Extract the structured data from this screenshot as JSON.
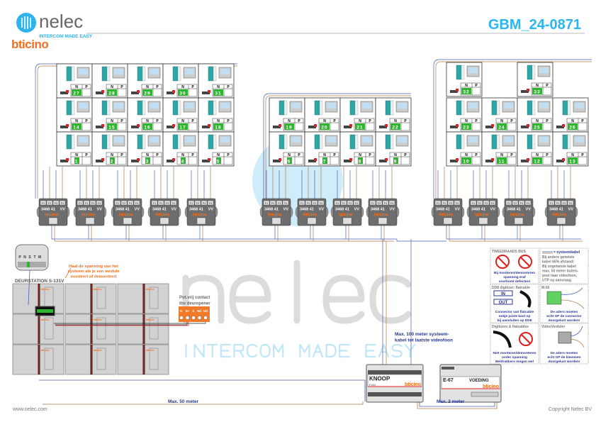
{
  "header": {
    "brand": "nelec",
    "tagline": "INTERCOM MADE EASY",
    "partner": "bticino",
    "doc_id": "GBM_24-0871"
  },
  "watermark": {
    "brand": "nelec",
    "tagline": "INTERCOM MADE EASY"
  },
  "apartments": {
    "column_headers": [
      "N",
      "P"
    ],
    "blocks": [
      {
        "rows": [
          [
            27,
            28,
            29,
            30,
            31
          ],
          [
            14,
            15,
            16,
            17,
            18
          ],
          [
            1,
            2,
            3,
            4,
            5
          ]
        ]
      },
      {
        "rows": [
          [
            19,
            20,
            21,
            22
          ],
          [
            6,
            7,
            8,
            9
          ]
        ]
      },
      {
        "rows": [
          [
            32,
            33
          ],
          [
            23,
            24,
            25,
            26
          ],
          [
            10,
            11,
            12,
            13
          ]
        ]
      }
    ]
  },
  "distributors": {
    "model": "3468 41",
    "suffix": "VV",
    "brand": "bticino",
    "ports": [
      "P1",
      "P2",
      "P3",
      "P4"
    ],
    "counts": [
      5,
      4,
      4
    ]
  },
  "door_station": {
    "label": "DEURSTATION S-131V",
    "inset_terminals": [
      "P",
      "N",
      "S",
      "T",
      "M"
    ],
    "module_brand": "bticino"
  },
  "annotations": {
    "power_warning": [
      "Haal de spanning van het",
      "systeem als je een module",
      "monteert of demonteert"
    ],
    "max_50": "Max. 50 meter",
    "max_100": [
      "Max. 100 meter systeem-",
      "kabel tot laatste videofoon"
    ],
    "max_2": "Max. 2 meter"
  },
  "relay": {
    "title": [
      "Pot.vrij contact",
      "tbv deuropener"
    ],
    "terminals": [
      "S-",
      "S+",
      "C",
      "NC",
      "NO"
    ]
  },
  "knoop": {
    "label": "KNOOP",
    "model": "F441",
    "brand": "bticino"
  },
  "power_supply": {
    "label": "E-67",
    "title": "VOEDING",
    "brand": "bticino"
  },
  "legend": [
    {
      "title": "TWEEDRAADS BUS",
      "text": [
        "Bij monteren/demonteren",
        "spanning eraf",
        "voorkomt defecten!"
      ]
    },
    {
      "title": "= systeemkabel",
      "text": [
        "Bij andere getwiste",
        "kabel 66% afstand!",
        "Bij ongetwiste kabel",
        "max. 50 meter buiten-",
        "post naar videofoon.",
        "UTP op aanvraag."
      ]
    },
    {
      "title": "DD8 digitizer: flatcable",
      "in_label": "IN",
      "out_label": "OUT",
      "text": [
        "Connector van flatcable",
        "nokje juiste kant op",
        "bij aansluiten op DD8"
      ]
    },
    {
      "title": "M-50",
      "text": [
        "De aders moeten",
        "echt OP de connector",
        "doorgelust worden!"
      ]
    },
    {
      "title": "Digitizers & flatcables",
      "text": [
        "Niet monteren/demonteren",
        "onder spanning",
        "Beldrukkers mogen wel"
      ]
    },
    {
      "title": "VideoVerdeler",
      "text": [
        "De aders moeten",
        "echt OP de klemmen",
        "doorgelust worden!"
      ]
    }
  ],
  "footer": {
    "website": "www.nelec.com",
    "copyright": "Copyright Nelec BV"
  },
  "colors": {
    "accent": "#2bb6f0",
    "orange": "#f07020",
    "bus_blue": "#4a5bb0",
    "bus_brown": "#b07a4a",
    "green": "#2fb52f"
  }
}
